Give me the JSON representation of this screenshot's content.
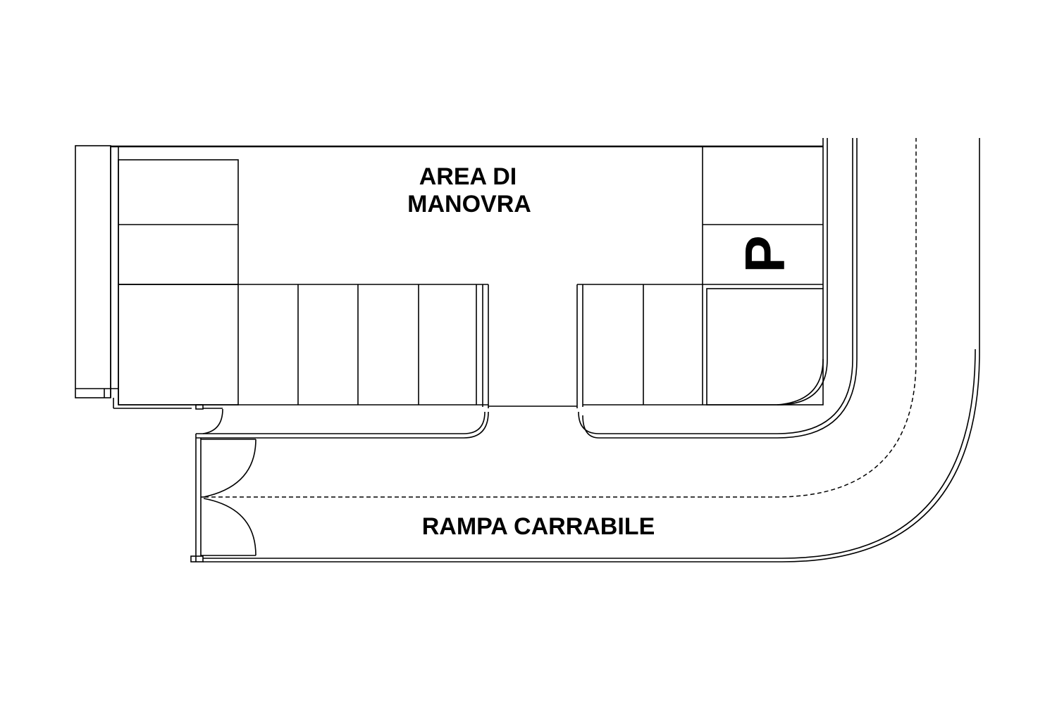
{
  "plan": {
    "labels": {
      "area_line1": "AREA DI",
      "area_line2": "MANOVRA",
      "ramp": "RAMPA CARRABILE",
      "parking_symbol": "P"
    }
  }
}
